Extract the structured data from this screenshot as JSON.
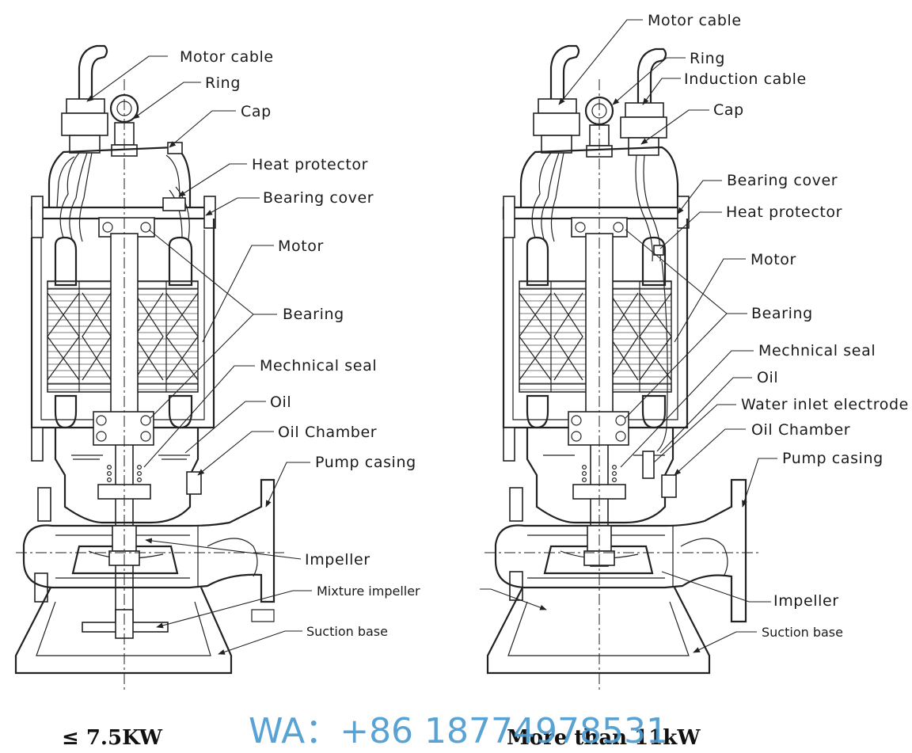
{
  "left_pump": {
    "labels": {
      "motor_cable": "Motor cable",
      "ring": "Ring",
      "cap": "Cap",
      "heat_protector": "Heat protector",
      "bearing_cover": "Bearing cover",
      "motor": "Motor",
      "bearing": "Bearing",
      "mechanical_seal": "Mechnical seal",
      "oil": "Oil",
      "oil_chamber": "Oil Chamber",
      "pump_casing": "Pump casing",
      "impeller": "Impeller",
      "mixture_impeller": "Mixture impeller",
      "suction_base": "Suction base"
    },
    "caption": "≤ 7.5KW"
  },
  "right_pump": {
    "labels": {
      "motor_cable": "Motor cable",
      "ring": "Ring",
      "induction_cable": "Induction cable",
      "cap": "Cap",
      "bearing_cover": "Bearing cover",
      "heat_protector": "Heat protector",
      "motor": "Motor",
      "bearing": "Bearing",
      "mechanical_seal": "Mechnical seal",
      "oil": "Oil",
      "water_inlet_electrode": "Water inlet electrode",
      "oil_chamber": "Oil Chamber",
      "pump_casing": "Pump casing",
      "impeller": "Impeller",
      "suction_base": "Suction base"
    },
    "caption": "More than 11kW"
  },
  "watermark": "WA：+86 18774978531",
  "colors": {
    "line": "#222222",
    "watermark": "#4a9bd1"
  }
}
